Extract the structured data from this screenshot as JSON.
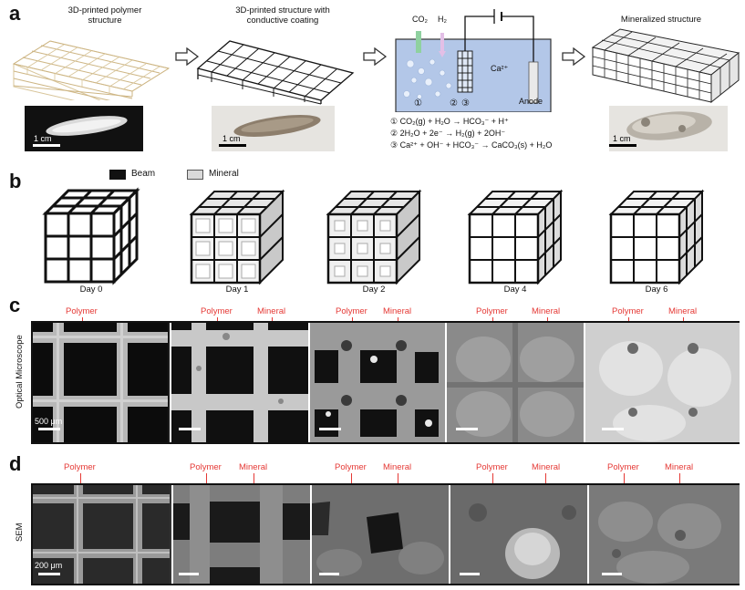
{
  "panels": {
    "a": "a",
    "b": "b",
    "c": "c",
    "d": "d"
  },
  "panel_a": {
    "captions": {
      "polymer": "3D-printed polymer structure",
      "coated": "3D-printed structure with conductive coating",
      "mineralized": "Mineralized structure"
    },
    "cell": {
      "co2": "CO₂",
      "h2": "H₂",
      "ca": "Ca²⁺",
      "anode": "Anode",
      "markers": [
        "①",
        "②",
        "③"
      ]
    },
    "equations": [
      "① CO₂(g) + H₂O → HCO₃⁻ + H⁺",
      "② 2H₂O + 2e⁻ → H₂(g) + 2OH⁻",
      "③ Ca²⁺ + OH⁻ + HCO₃⁻ → CaCO₃(s) + H₂O"
    ],
    "scalebars": [
      "1 cm",
      "1 cm",
      "1 cm"
    ],
    "arrow_icon": "hollow-right-arrow"
  },
  "panel_b": {
    "legend": {
      "beam": "Beam",
      "mineral": "Mineral",
      "beam_color": "#111111",
      "mineral_color": "#d9d9d9"
    },
    "days": [
      "Day 0",
      "Day 1",
      "Day 2",
      "Day 4",
      "Day 6"
    ]
  },
  "panel_c": {
    "side_label": "Optical Microscope",
    "labels": {
      "polymer": "Polymer",
      "mineral": "Mineral"
    },
    "scalebar": "500 μm"
  },
  "panel_d": {
    "side_label": "SEM",
    "labels": {
      "polymer": "Polymer",
      "mineral": "Mineral"
    },
    "scalebar": "200 μm"
  },
  "colors": {
    "annotation_red": "#e53935"
  }
}
